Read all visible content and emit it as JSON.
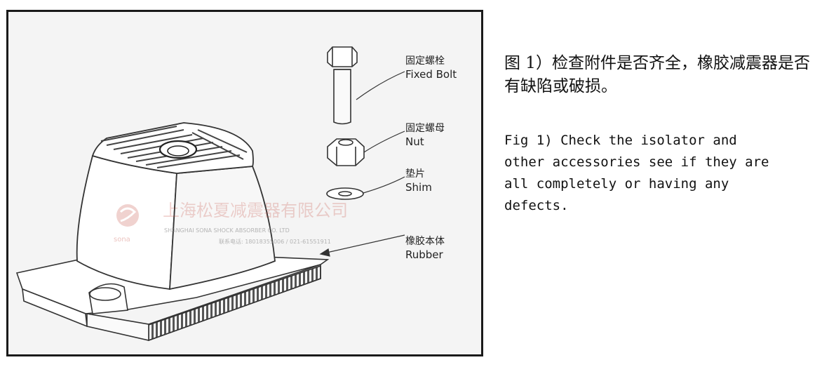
{
  "figure": {
    "labels": {
      "bolt": {
        "cn": "固定螺栓",
        "en": "Fixed Bolt"
      },
      "nut": {
        "cn": "固定螺母",
        "en": "Nut"
      },
      "shim": {
        "cn": "垫片",
        "en": "Shim"
      },
      "rubber": {
        "cn": "橡胶本体",
        "en": "Rubber"
      }
    },
    "watermark": {
      "cn": "上海松夏减震器有限公司",
      "en": "SHANGHAI  SONA  SHOCK  ABSORBER  CO.  LTD",
      "contact": "联系电话: 18018355006 / 021-61551911",
      "brand": "sona"
    }
  },
  "description": {
    "cn": "图 1）检查附件是否齐全，橡胶减震器是否有缺陷或破损。",
    "en_lines": [
      "Fig 1) Check the isolator and",
      "other accessories see if they are",
      "all completely or having any",
      "defects."
    ]
  }
}
